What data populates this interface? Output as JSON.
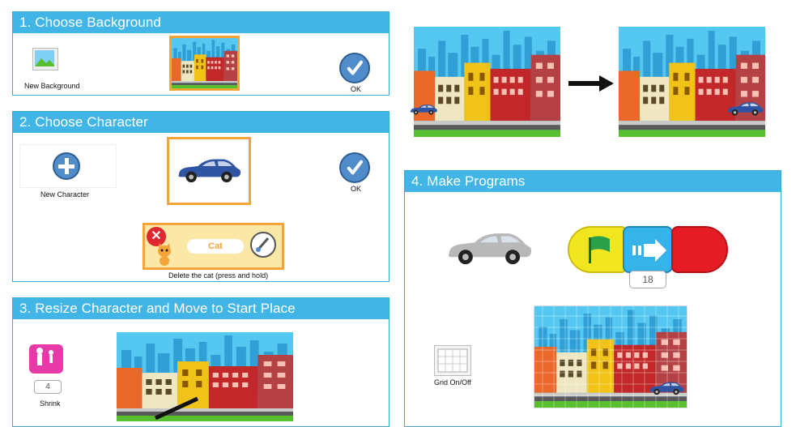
{
  "panels": {
    "background": {
      "title": "1. Choose Background",
      "new_label": "New Background",
      "ok_label": "OK"
    },
    "character": {
      "title": "2. Choose Character",
      "new_label": "New Character",
      "ok_label": "OK",
      "cat_label": "Cat",
      "delete_label": "Delete the cat (press and hold)"
    },
    "resize": {
      "title": "3.  Resize Character and Move to Start Place",
      "shrink_count": "4",
      "shrink_label": "Shrink"
    },
    "programs": {
      "title": "4. Make Programs",
      "move_count": "18",
      "grid_label": "Grid On/Off"
    }
  },
  "colors": {
    "header": "#41b6e6",
    "border": "#3aa9d4",
    "selected_frame": "#f5a43a",
    "ok_button": "#4f8cc9",
    "car": "#2f54a4",
    "green_flag_block": "#f2e61e",
    "motion_block": "#36b3e8",
    "end_block": "#e51c23",
    "shrink_block": "#e63aa8"
  }
}
